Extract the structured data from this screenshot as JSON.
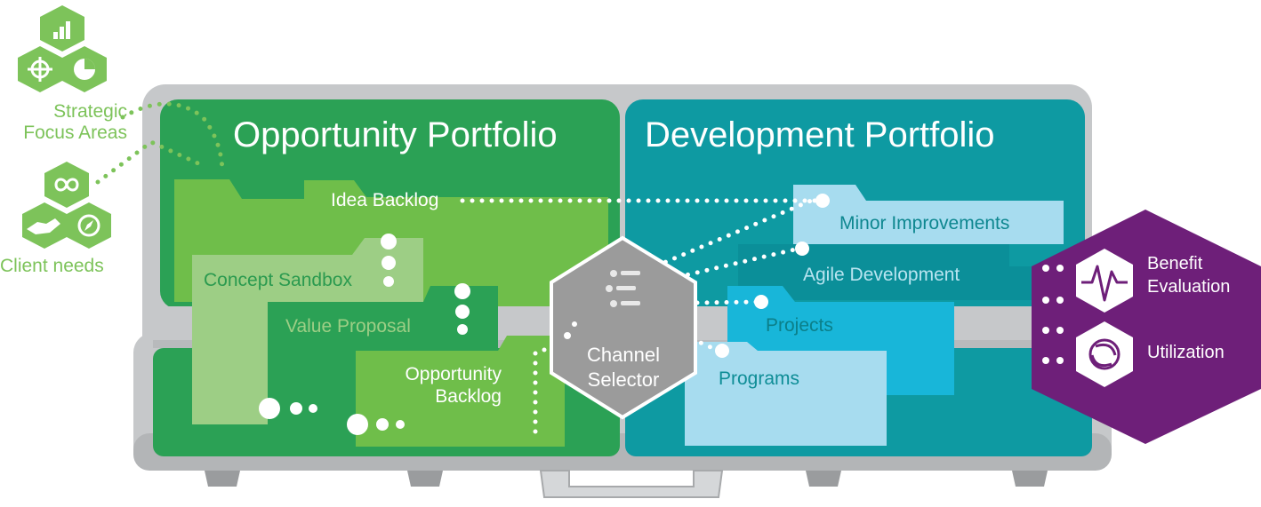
{
  "titles": {
    "opportunity": "Opportunity Portfolio",
    "development": "Development Portfolio"
  },
  "left_side": {
    "strategic_line1": "Strategic",
    "strategic_line2": "Focus Areas",
    "client_needs": "Client needs"
  },
  "opportunity_folders": {
    "idea_backlog": "Idea Backlog",
    "concept_sandbox": "Concept Sandbox",
    "value_proposal": "Value Proposal",
    "opportunity_backlog_line1": "Opportunity",
    "opportunity_backlog_line2": "Backlog"
  },
  "channel_selector": {
    "line1": "Channel",
    "line2": "Selector"
  },
  "development_folders": {
    "minor_improvements": "Minor Improvements",
    "agile_development": "Agile Development",
    "projects": "Projects",
    "programs": "Programs"
  },
  "outcomes": {
    "benefit_line1": "Benefit",
    "benefit_line2": "Evaluation",
    "utilization": "Utilization"
  },
  "colors": {
    "green_dark": "#2ba155",
    "green_mid": "#6fbe4a",
    "green_light": "#9dce85",
    "teal": "#12a0a8",
    "teal_dark": "#0b8f99",
    "cyan": "#18b6d9",
    "cyan_light": "#a7dcef",
    "gray_case": "#c9cbcc",
    "gray_hex": "#9b9b9b",
    "purple": "#6e1f79"
  },
  "icons": [
    "bar-chart-icon",
    "target-icon",
    "pie-chart-icon",
    "infinity-icon",
    "handshake-icon",
    "compass-icon",
    "heartbeat-icon",
    "aperture-icon",
    "list-icon"
  ]
}
